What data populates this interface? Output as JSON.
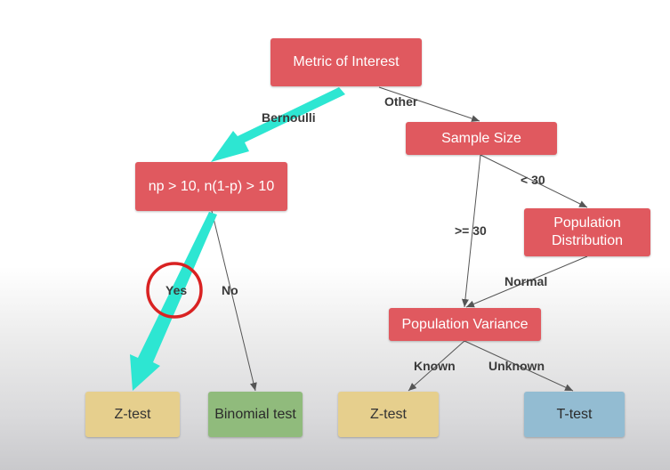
{
  "diagram": {
    "nodes": {
      "metric": "Metric of Interest",
      "sample_size": "Sample Size",
      "np_condition": "np > 10, n(1-p) > 10",
      "population_distribution": "Population Distribution",
      "population_variance": "Population Variance",
      "z_test_left": "Z-test",
      "binomial_test": "Binomial test",
      "z_test_right": "Z-test",
      "t_test": "T-test"
    },
    "edge_labels": {
      "bernoulli": "Bernoulli",
      "other": "Other",
      "lt30": "< 30",
      "ge30": ">= 30",
      "normal": "Normal",
      "yes": "Yes",
      "no": "No",
      "known": "Known",
      "unknown": "Unknown"
    },
    "highlighted_path": [
      "Metric of Interest",
      "np > 10, n(1-p) > 10",
      "Z-test"
    ],
    "colors": {
      "decision_node": "#e0595f",
      "z_test_node": "#e6cf8d",
      "binomial_node": "#90bb7c",
      "t_test_node": "#93bcd2",
      "highlight_arrow": "#2de6d2",
      "highlight_circle": "#d92222",
      "edge": "#555555"
    }
  }
}
